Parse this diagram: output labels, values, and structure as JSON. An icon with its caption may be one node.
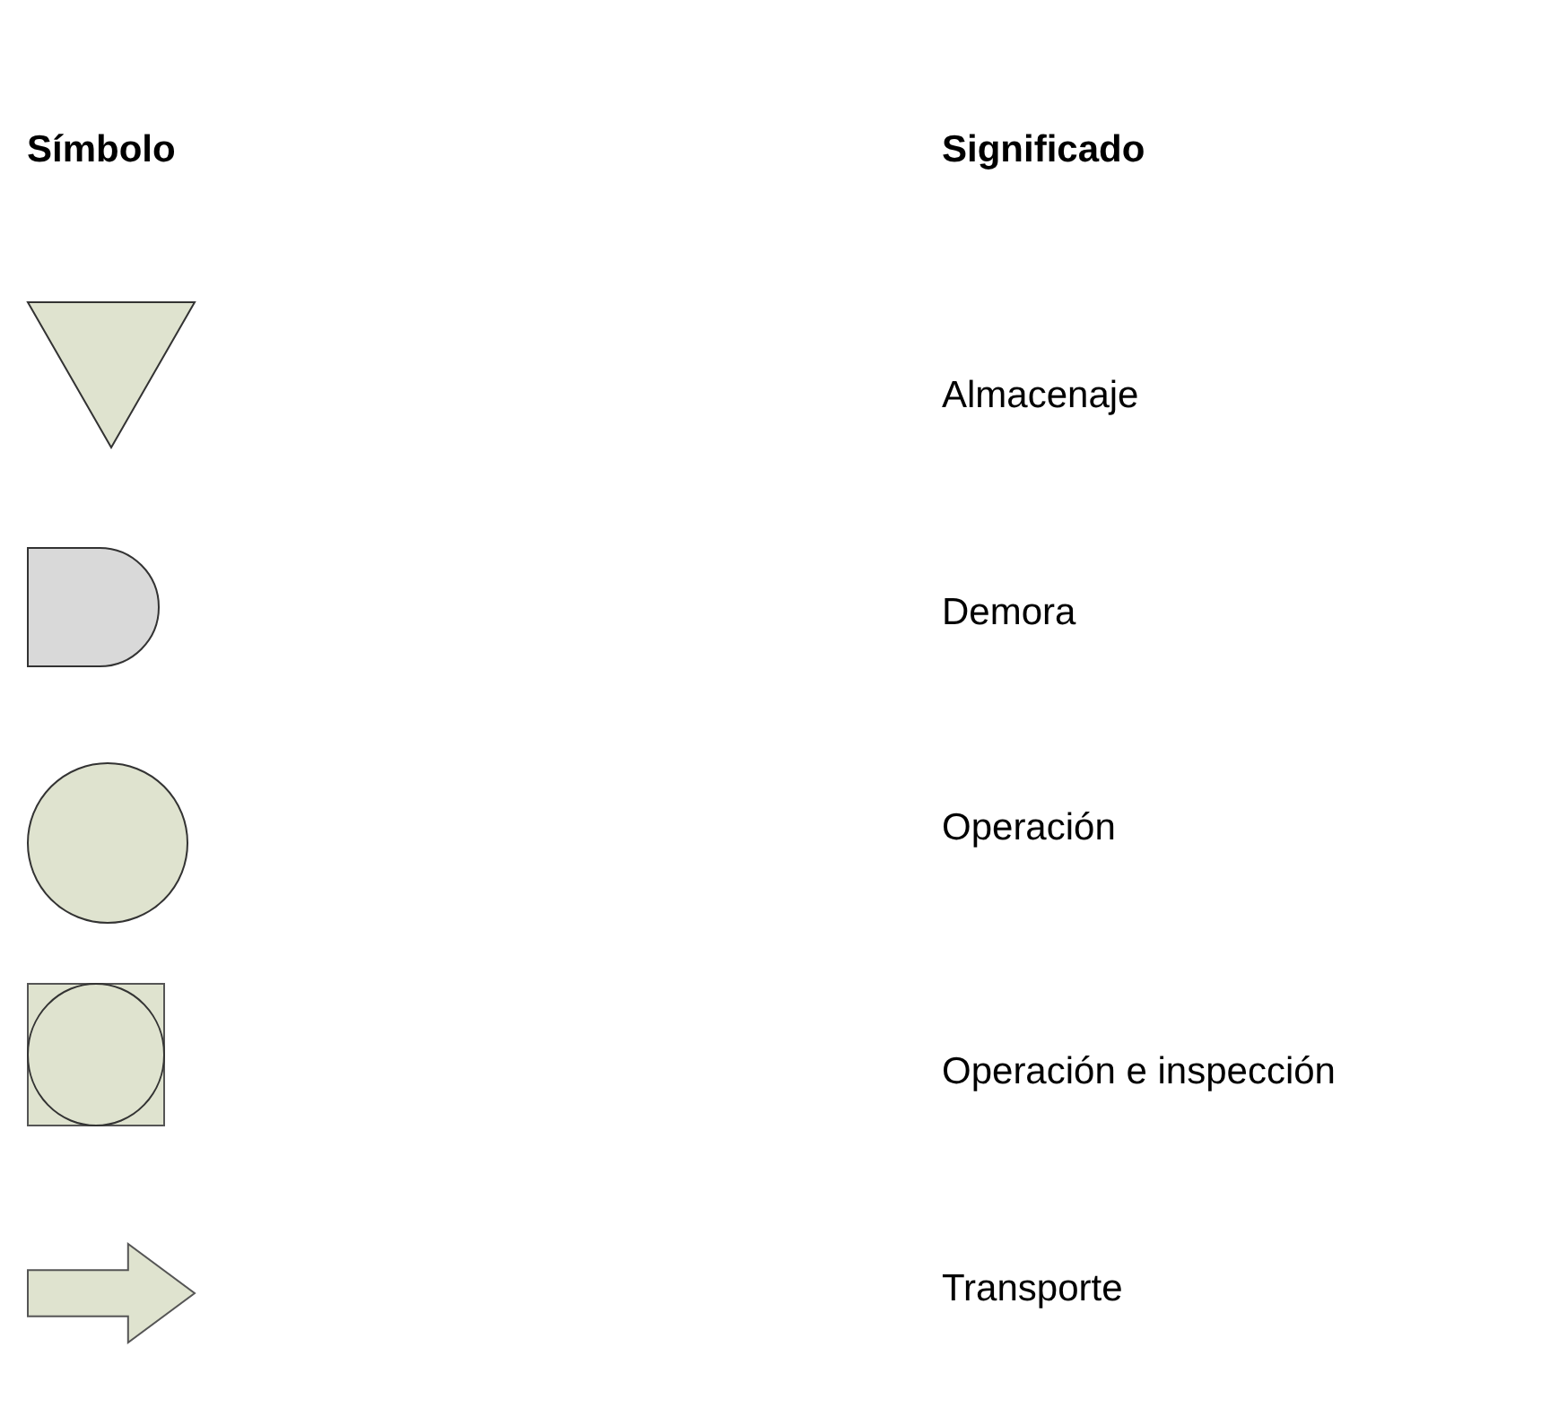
{
  "diagram": {
    "nodes": [
      {
        "text": [],
        "shape": "triangle"
      },
      {
        "text": [],
        "shape": "delay"
      },
      {
        "text": [],
        "shape": "circle"
      },
      {
        "text": [],
        "shape": "circle-in-box"
      },
      {
        "text": [],
        "shape": "arrow"
      }
    ],
    "labels": [
      "Símbolo",
      "Significado",
      "Almacenaje",
      "Demora",
      "Operación",
      "Operación e inspección",
      "Transporte"
    ]
  }
}
